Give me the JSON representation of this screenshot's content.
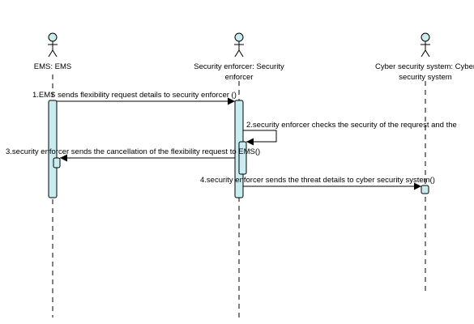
{
  "diagram": {
    "type": "sequence",
    "colors": {
      "activation_fill": "#c9ecf0",
      "actor_fill": "#c9ecf0",
      "line": "#000000"
    },
    "actors": [
      {
        "icon": "stick-figure-icon",
        "line1": "EMS: EMS",
        "line2": ""
      },
      {
        "icon": "stick-figure-icon",
        "line1": "Security enforcer: Security",
        "line2": "enforcer"
      },
      {
        "icon": "stick-figure-icon",
        "line1": "Cyber security system: Cyber",
        "line2": "security system"
      }
    ],
    "messages": [
      {
        "label": "1.EMS sends flexibility request details to security enforcer ()"
      },
      {
        "label": "2.security enforcer checks the security of the requrest and the"
      },
      {
        "label": "3.security enforcer sends the cancellation of the flexibility request to EMS()"
      },
      {
        "label": "4.security enforcer sends the threat details to cyber security system()"
      }
    ]
  }
}
